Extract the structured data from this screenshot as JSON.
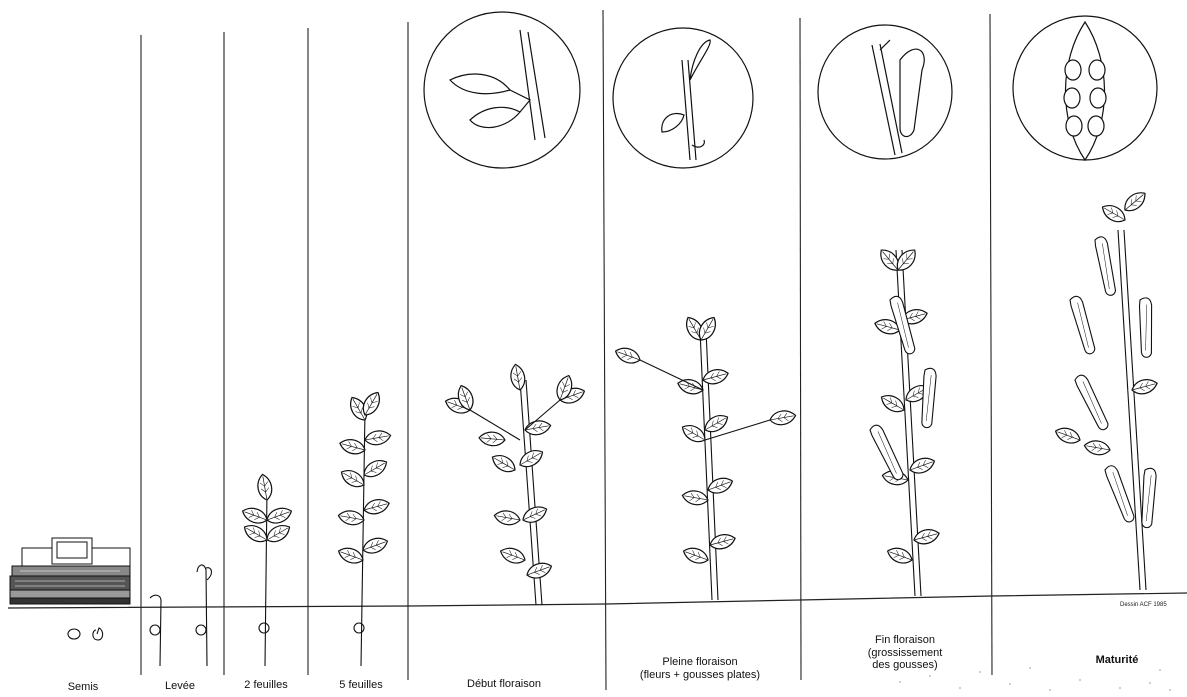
{
  "stages": [
    {
      "name": "Semis"
    },
    {
      "name": "Levée"
    },
    {
      "name": "2 feuilles"
    },
    {
      "name": "5 feuilles"
    },
    {
      "name": "Début floraison"
    },
    {
      "name": "Pleine floraison",
      "detail": "(fleurs + gousses plates)"
    },
    {
      "name": "Fin floraison",
      "detail_lines": [
        "(grossissement",
        "des gousses)"
      ]
    },
    {
      "name": "Maturité"
    }
  ],
  "credit": "Dessin ACF 1985",
  "colors": {
    "ink": "#111111",
    "paper": "#ffffff",
    "ground": "#222222"
  }
}
